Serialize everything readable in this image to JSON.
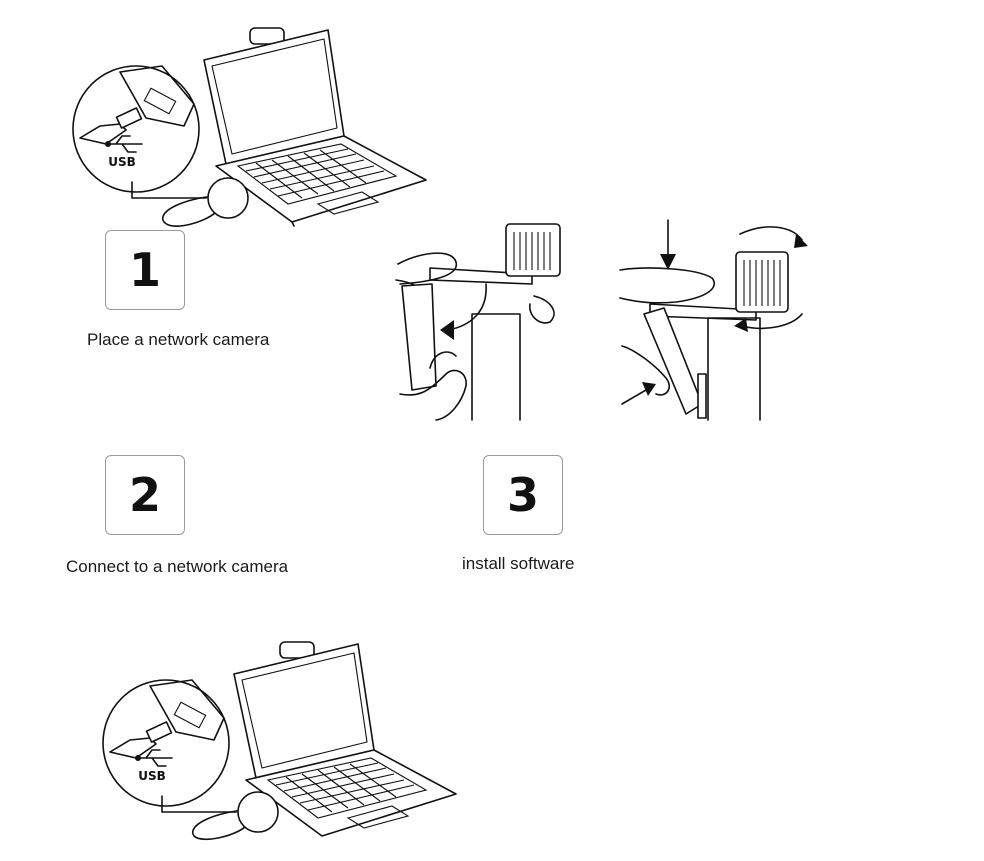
{
  "steps": [
    {
      "number": "1",
      "caption": "Place a network camera"
    },
    {
      "number": "2",
      "caption": "Connect to a network camera"
    },
    {
      "number": "3",
      "caption": "install software"
    }
  ],
  "usb_label": "USB",
  "icons": [
    "laptop-webcam-usb-illustration",
    "camera-mount-open-illustration",
    "camera-mount-attach-illustration",
    "usb-icon"
  ]
}
